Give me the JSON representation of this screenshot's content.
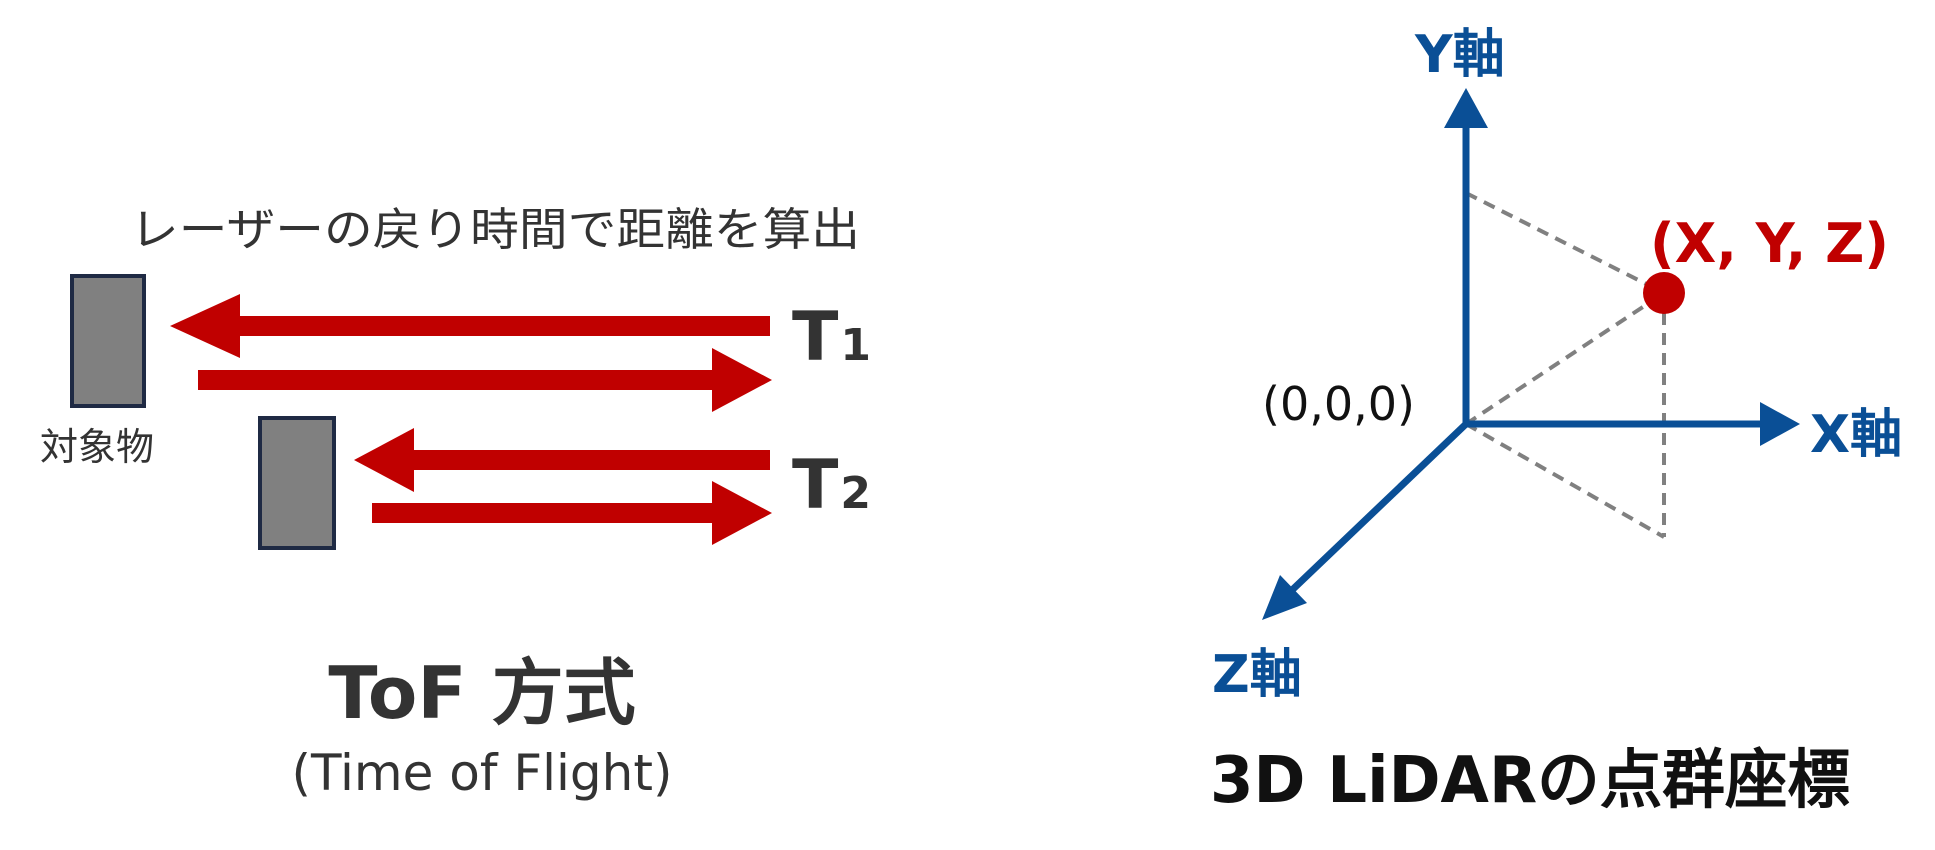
{
  "colors": {
    "arrow_red": "#c00000",
    "point_red": "#c00000",
    "axis_blue": "#0a4f96",
    "object_fill": "#808080",
    "object_border": "#1f2a44",
    "guide_gray": "#808080",
    "text_dark": "#333333",
    "text_black": "#111111"
  },
  "tof": {
    "caption": "レーザーの戻り時間で距離を算出",
    "object_label": "対象物",
    "t1_base": "T",
    "t1_sub": "1",
    "t2_base": "T",
    "t2_sub": "2",
    "title": "ToF 方式",
    "subtitle": "(Time of Flight)"
  },
  "lidar": {
    "y_axis_label": "Y軸",
    "x_axis_label": "X軸",
    "z_axis_label": "Z軸",
    "origin_label": "(0,0,0)",
    "point_label": "(X, Y, Z)",
    "title": "3D LiDARの点群座標"
  }
}
